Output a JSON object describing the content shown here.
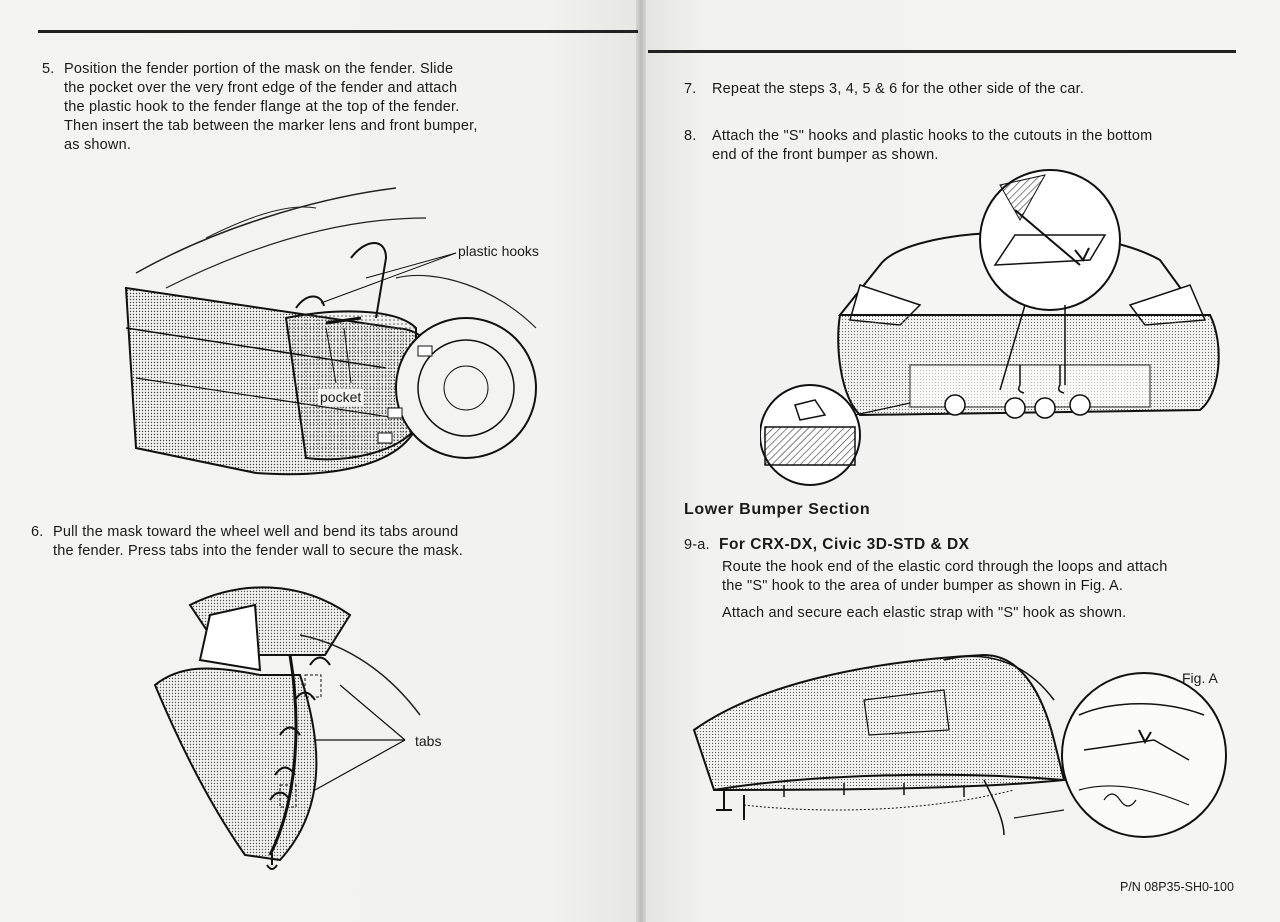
{
  "left_page": {
    "step5": {
      "number": "5.",
      "lines": [
        "Position the fender portion of the mask on the fender.  Slide",
        "the pocket over the very front edge of the fender and attach",
        "the plastic hook to the fender flange at the top of the fender.",
        "Then insert the tab between the marker lens and front bumper,",
        "as shown."
      ]
    },
    "fig1": {
      "label_hooks": "plastic hooks",
      "label_pocket": "pocket"
    },
    "step6": {
      "number": "6.",
      "lines": [
        "Pull the mask toward the wheel well and bend its tabs around",
        "the fender.   Press tabs into the fender wall to secure the mask."
      ]
    },
    "fig2": {
      "label_tabs": "tabs"
    }
  },
  "right_page": {
    "step7": {
      "number": "7.",
      "text": "Repeat the steps 3, 4, 5 & 6 for the other side of the car."
    },
    "step8": {
      "number": "8.",
      "lines": [
        "Attach the \"S\" hooks and plastic  hooks to the cutouts in the bottom",
        "end of the front bumper as shown."
      ]
    },
    "section_title": "Lower Bumper Section",
    "step9a": {
      "number": "9-a.",
      "title": "For CRX-DX, Civic 3D-STD & DX",
      "lines": [
        "Route the hook end of the elastic cord through the loops and attach",
        "the \"S\" hook to the area of under bumper as shown in Fig. A.",
        "Attach and secure each elastic strap with \"S\" hook as shown."
      ]
    },
    "fig_a_label": "Fig. A",
    "part_number": "P/N 08P35-SH0-100"
  }
}
